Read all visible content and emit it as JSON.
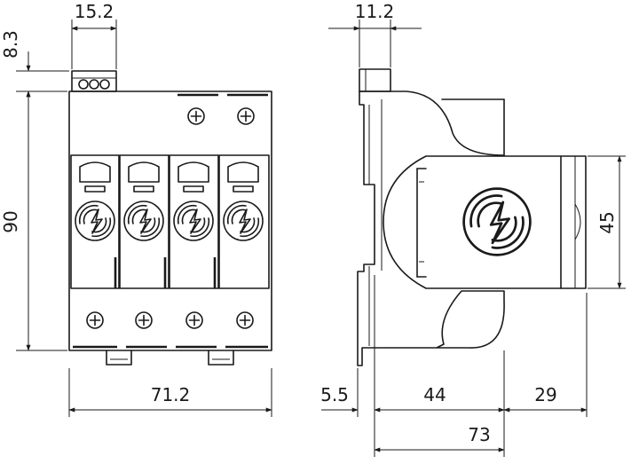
{
  "dimensions": {
    "front_terminal_width": "15.2",
    "front_terminal_height": "8.3",
    "front_height": "90",
    "front_width": "71.2",
    "side_terminal_width": "11.2",
    "side_module_height": "45",
    "side_offset": "5.5",
    "side_depth_mid": "44",
    "side_depth_front": "29",
    "side_total_depth": "73"
  },
  "symbol": "surge-arrester-lightning-icon"
}
